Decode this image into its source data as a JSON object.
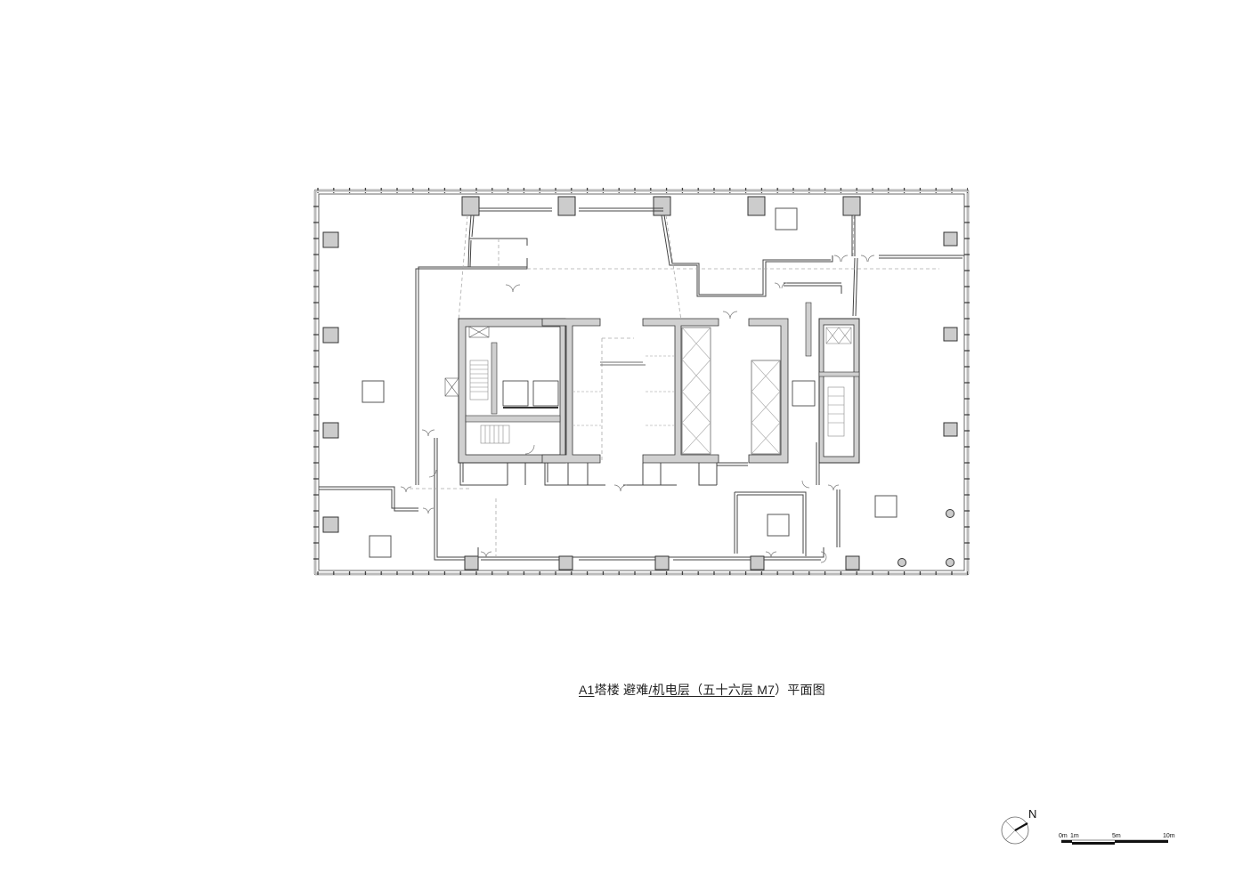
{
  "drawing": {
    "title": {
      "part1": "A1",
      "part2": "塔楼 避难",
      "part3": "/机电层（五十六层 ",
      "part4": "M7",
      "part5": "）平面图",
      "full": "A1塔楼 避难/机电层（五十六层 M7）平面图"
    },
    "north_arrow": {
      "label": "N"
    },
    "scale_bar": {
      "labels": [
        "0m",
        "1m",
        "5m",
        "10m"
      ]
    },
    "colors": {
      "line": "#333333",
      "wall_fill": "#d0d0d0",
      "column_fill": "#cccccc",
      "dashed": "#aaaaaa",
      "background": "#ffffff"
    }
  }
}
